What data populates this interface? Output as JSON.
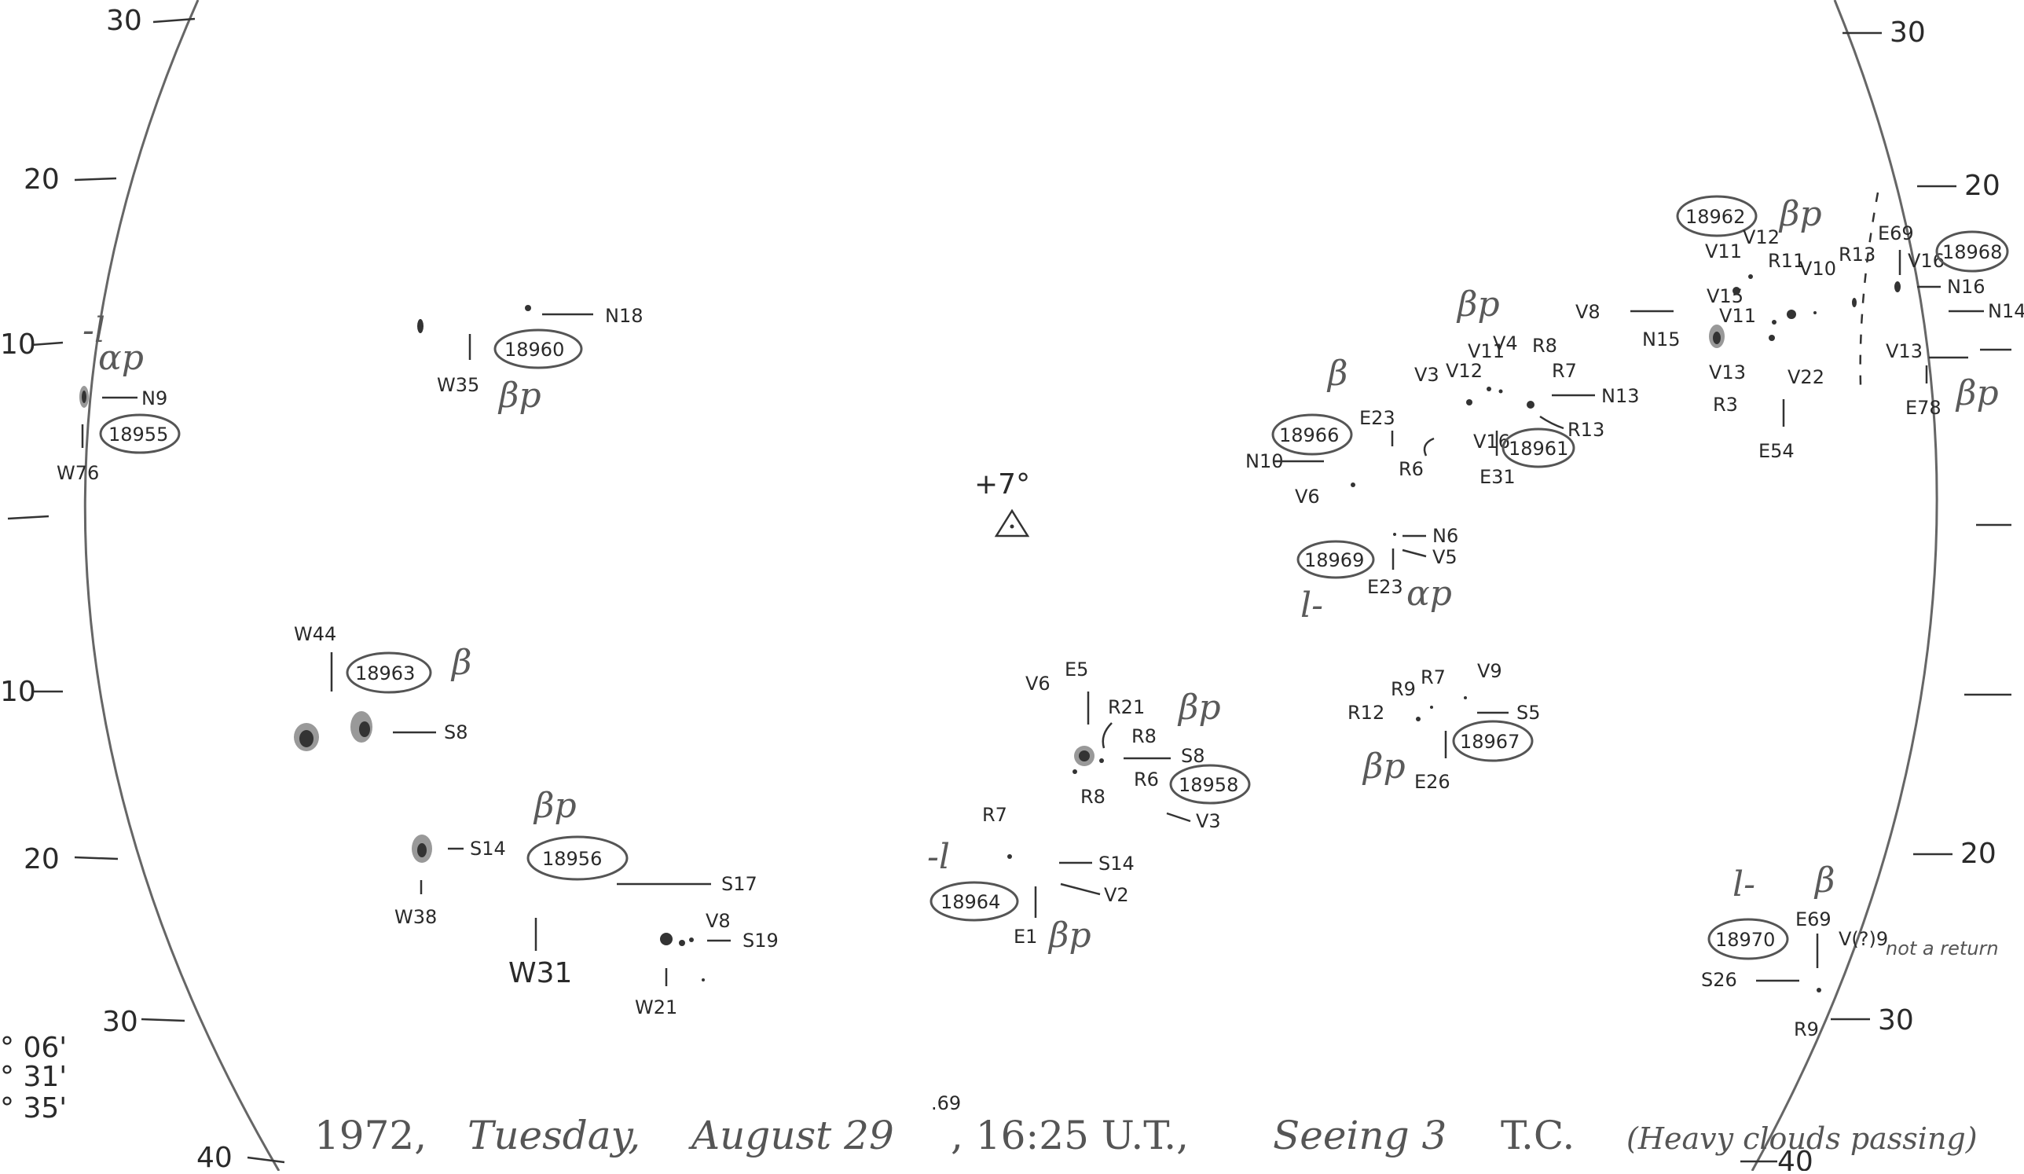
{
  "drawing": {
    "center_mark": "+7°",
    "center_symbol": "triangle-dot",
    "limb_ticks_left": [
      "30",
      "20",
      "10",
      "10",
      "20",
      "30",
      "40"
    ],
    "limb_ticks_right": [
      "30",
      "20",
      "20",
      "30",
      "40"
    ],
    "corner_notes": [
      "° 06'",
      "° 31'",
      "° 35'"
    ],
    "caption": {
      "year": "1972,",
      "weekday": "Tuesday,",
      "date": "August 29",
      "date_super": ".69",
      "time": ", 16:25 U.T.,",
      "seeing": "Seeing 3",
      "observer": "T.C.",
      "note": "(Heavy clouds passing)"
    },
    "regions": [
      {
        "id": "18955",
        "class": "αp",
        "tag": "-l",
        "labels": [
          "N9",
          "W76"
        ]
      },
      {
        "id": "18960",
        "class": "βp",
        "labels": [
          "N18",
          "W35"
        ]
      },
      {
        "id": "18963",
        "class": "β",
        "labels": [
          "W44",
          "S8"
        ]
      },
      {
        "id": "18956",
        "class": "βp",
        "labels": [
          "S14",
          "S17",
          "W38",
          "W31",
          "V8",
          "S19",
          "W21"
        ]
      },
      {
        "id": "18964",
        "class": "βp",
        "tag": "-l",
        "labels": [
          "R7",
          "S14",
          "V2",
          "E1"
        ]
      },
      {
        "id": "18958",
        "class": "βp",
        "labels": [
          "V6",
          "E5",
          "R21",
          "R8",
          "S8",
          "R6",
          "R8",
          "V3"
        ]
      },
      {
        "id": "18966",
        "class": "β",
        "labels": [
          "E23",
          "N10",
          "V6",
          "R6"
        ]
      },
      {
        "id": "18961",
        "class": "βp",
        "labels": [
          "V3",
          "V12",
          "V11",
          "V4",
          "R8",
          "R7",
          "N13",
          "R13",
          "V16",
          "E31"
        ]
      },
      {
        "id": "18969",
        "class": "αp",
        "tag": "l-",
        "labels": [
          "N6",
          "V5",
          "E23"
        ]
      },
      {
        "id": "18967",
        "class": "βp",
        "labels": [
          "R9",
          "R7",
          "V9",
          "R12",
          "S5",
          "E26"
        ]
      },
      {
        "id": "18962",
        "class": "βp",
        "labels": [
          "V11",
          "V12",
          "R11",
          "V10",
          "V15",
          "V11",
          "V13",
          "R3",
          "V8",
          "N15",
          "V22",
          "E54",
          "R13"
        ]
      },
      {
        "id": "18968",
        "class": "βp",
        "labels": [
          "E69",
          "V16",
          "N16",
          "N14",
          "V13",
          "E78"
        ]
      },
      {
        "id": "18970",
        "class": "β",
        "tag": "l-",
        "labels": [
          "E69",
          "V(?)9",
          "S26",
          "R9"
        ],
        "note": "not a return"
      }
    ]
  }
}
